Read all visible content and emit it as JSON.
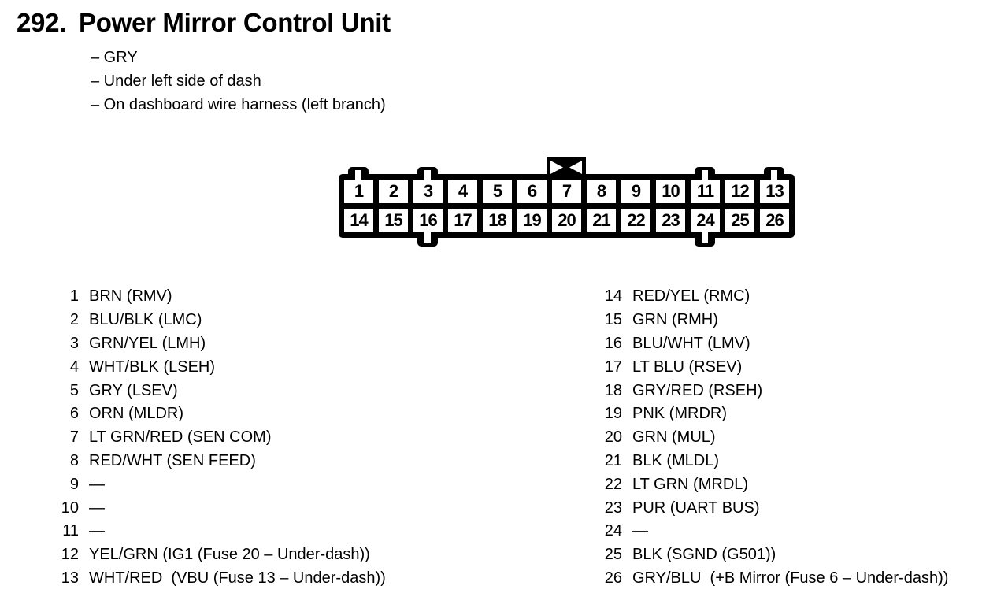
{
  "page": {
    "section_number": "292.",
    "title": "Power Mirror Control Unit",
    "notes": [
      "– GRY",
      "– Under left side of dash",
      "– On dashboard wire harness (left branch)"
    ]
  },
  "colors": {
    "ink": "#000000",
    "paper": "#ffffff"
  },
  "connector": {
    "description": "26-pin connector, two rows of 13, keyway latch above pin 7",
    "cells": [
      "1",
      "2",
      "3",
      "4",
      "5",
      "6",
      "7",
      "8",
      "9",
      "10",
      "11",
      "12",
      "13",
      "14",
      "15",
      "16",
      "17",
      "18",
      "19",
      "20",
      "21",
      "22",
      "23",
      "24",
      "25",
      "26"
    ]
  },
  "pins": {
    "left": [
      {
        "num": "1",
        "label": "BRN (RMV)"
      },
      {
        "num": "2",
        "label": "BLU/BLK (LMC)"
      },
      {
        "num": "3",
        "label": "GRN/YEL (LMH)"
      },
      {
        "num": "4",
        "label": "WHT/BLK (LSEH)"
      },
      {
        "num": "5",
        "label": "GRY (LSEV)"
      },
      {
        "num": "6",
        "label": "ORN (MLDR)"
      },
      {
        "num": "7",
        "label": "LT GRN/RED (SEN COM)"
      },
      {
        "num": "8",
        "label": "RED/WHT (SEN FEED)"
      },
      {
        "num": "9",
        "label": "—"
      },
      {
        "num": "10",
        "label": "—"
      },
      {
        "num": "11",
        "label": "—"
      },
      {
        "num": "12",
        "label": "YEL/GRN (IG1 (Fuse 20 – Under-dash))"
      },
      {
        "num": "13",
        "label": "WHT/RED  (VBU (Fuse 13 – Under-dash))"
      }
    ],
    "right": [
      {
        "num": "14",
        "label": "RED/YEL (RMC)"
      },
      {
        "num": "15",
        "label": "GRN (RMH)"
      },
      {
        "num": "16",
        "label": "BLU/WHT (LMV)"
      },
      {
        "num": "17",
        "label": "LT BLU (RSEV)"
      },
      {
        "num": "18",
        "label": "GRY/RED (RSEH)"
      },
      {
        "num": "19",
        "label": "PNK (MRDR)"
      },
      {
        "num": "20",
        "label": "GRN (MUL)"
      },
      {
        "num": "21",
        "label": "BLK (MLDL)"
      },
      {
        "num": "22",
        "label": "LT GRN (MRDL)"
      },
      {
        "num": "23",
        "label": "PUR (UART BUS)"
      },
      {
        "num": "24",
        "label": "—"
      },
      {
        "num": "25",
        "label": "BLK (SGND (G501))"
      },
      {
        "num": "26",
        "label": "GRY/BLU  (+B Mirror (Fuse 6 – Under-dash))"
      }
    ]
  }
}
